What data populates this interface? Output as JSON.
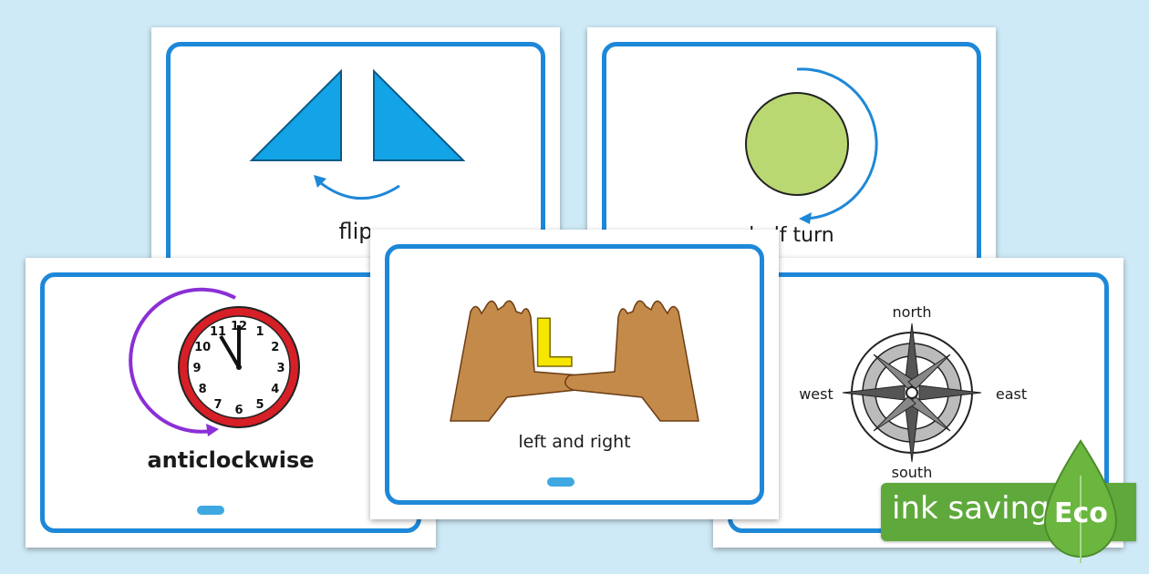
{
  "cards": {
    "flip": {
      "label": "flip"
    },
    "half_turn": {
      "label": "half turn"
    },
    "anticlockwise": {
      "label": "anticlockwise"
    },
    "left_right": {
      "label": "left and right",
      "letter": "L"
    },
    "compass": {
      "north": "north",
      "south": "south",
      "east": "east",
      "west": "west"
    }
  },
  "clock_numbers": [
    "12",
    "1",
    "2",
    "3",
    "4",
    "5",
    "6",
    "7",
    "8",
    "9",
    "10",
    "11"
  ],
  "eco_badge": {
    "text": "ink saving",
    "word": "Eco"
  },
  "colors": {
    "border_blue": "#1e88d8",
    "triangle_blue": "#12a4e6",
    "circle_green": "#b9d872",
    "clock_red": "#d61f26",
    "arrow_purple": "#8b2fd6",
    "letter_yellow": "#f7e600",
    "eco_green": "#5fa93c",
    "hand_brown": "#c48a4a"
  },
  "icons": [
    "triangles-icon",
    "circle-icon",
    "clock-icon",
    "hands-icon",
    "compass-icon",
    "leaf-icon",
    "twinkl-logo-icon"
  ]
}
